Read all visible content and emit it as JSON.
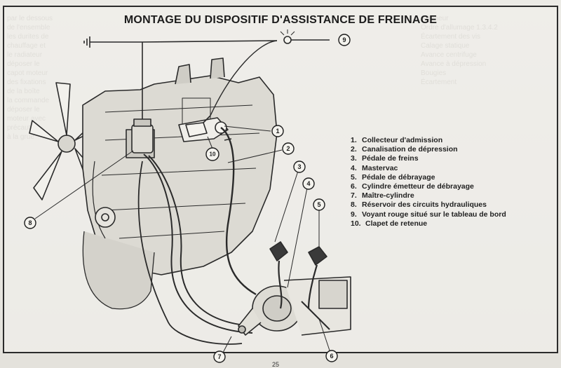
{
  "title": "MONTAGE DU DISPOSITIF D'ASSISTANCE DE FREINAGE",
  "legend": [
    {
      "num": "1.",
      "text": "Collecteur d'admission"
    },
    {
      "num": "2.",
      "text": "Canalisation de dépression"
    },
    {
      "num": "3.",
      "text": "Pédale de freins"
    },
    {
      "num": "4.",
      "text": "Mastervac"
    },
    {
      "num": "5.",
      "text": "Pédale de débrayage"
    },
    {
      "num": "6.",
      "text": "Cylindre émetteur de débrayage"
    },
    {
      "num": "7.",
      "text": "Maître-cylindre"
    },
    {
      "num": "8.",
      "text": "Réservoir des circuits hydrauliques"
    },
    {
      "num": "9.",
      "text": "Voyant rouge situé sur le tableau de bord"
    },
    {
      "num": "10.",
      "text": "Clapet de retenue"
    }
  ],
  "callouts": [
    "1",
    "2",
    "3",
    "4",
    "5",
    "6",
    "7",
    "8",
    "9",
    "10"
  ],
  "page_number": "25"
}
